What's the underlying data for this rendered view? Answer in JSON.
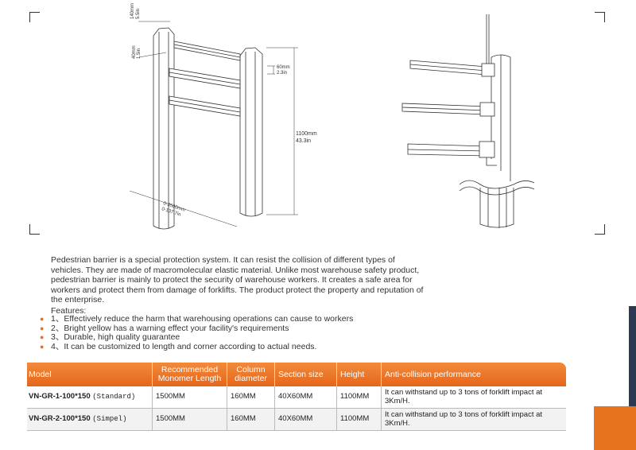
{
  "diagram_left": {
    "dim_column_width": [
      "140mm",
      "5.5in"
    ],
    "dim_rail_depth": [
      "60mm",
      "2.3in"
    ],
    "dim_rail_height": [
      "40mm",
      "1.5in"
    ],
    "dim_total_height": [
      "1100mm",
      "43.3in"
    ],
    "dim_length": [
      "0-3500mm",
      "0-137.7in"
    ]
  },
  "description": {
    "paragraph": "Pedestrian barrier is a special protection system. It can resist the collision of different types of vehicles. They are made of macromolecular elastic material. Unlike most warehouse safety product, pedestrian barrier is mainly to protect the security of warehouse workers. It creates a safe area for workers and protect them from damage of forklifts. The product protect the property and reputation of the enterprise.",
    "features_title": "Features:",
    "features": [
      "1、Effectively reduce the harm that warehousing operations can cause to workers",
      "2、Bright yellow has a warning effect your facility's requirements",
      "3、Durable, high quality guarantee",
      "4、It can be customized to length and corner according to actual needs."
    ]
  },
  "table": {
    "headers": [
      "Model",
      "Recommended Monomer Length",
      "Column diameter",
      "Section size",
      "Height",
      "Anti-collision performance"
    ],
    "rows": [
      {
        "model": "VN-GR-1-100*150",
        "variant": "(Standard)",
        "length": "1500MM",
        "diameter": "160MM",
        "section": "40X60MM",
        "height": "1100MM",
        "performance": "It can withstand up to 3 tons of forklift impact at 3Km/H."
      },
      {
        "model": "VN-GR-2-100*150",
        "variant": "(Simpel)",
        "length": "1500MM",
        "diameter": "160MM",
        "section": "40X60MM",
        "height": "1100MM",
        "performance": "It can withstand up to 3 tons of forklift impact at 3Km/H."
      }
    ]
  },
  "colors": {
    "accent": "#e8731f",
    "navy": "#2b3a52"
  }
}
